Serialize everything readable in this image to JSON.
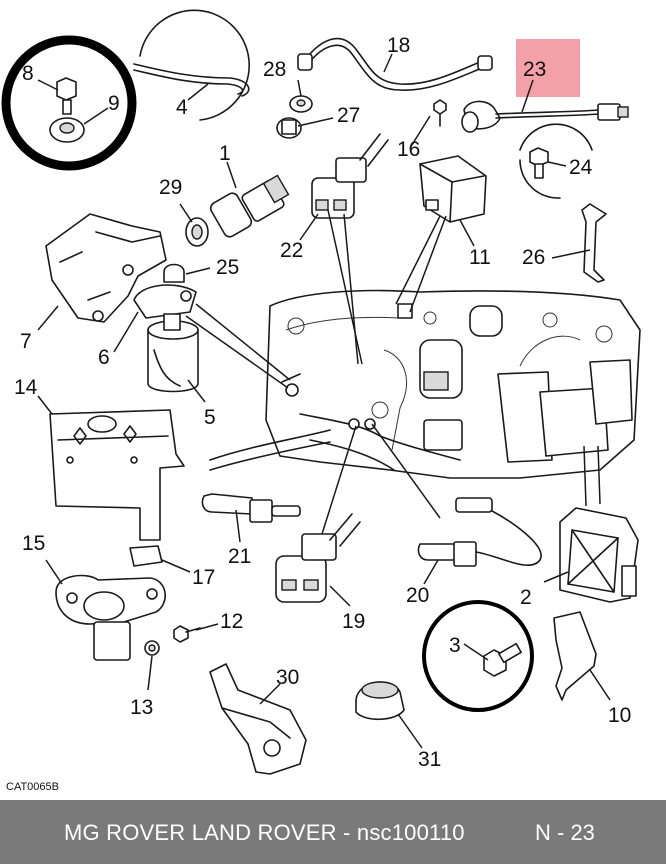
{
  "diagram": {
    "catalog_code": "CAT0065B",
    "highlight_color": "#f4a0a8",
    "callouts": {
      "c1": "1",
      "c2": "2",
      "c3": "3",
      "c4": "4",
      "c5": "5",
      "c6": "6",
      "c7": "7",
      "c8": "8",
      "c9": "9",
      "c10": "10",
      "c11": "11",
      "c12": "12",
      "c13": "13",
      "c14": "14",
      "c15": "15",
      "c16": "16",
      "c17": "17",
      "c18": "18",
      "c19": "19",
      "c20": "20",
      "c21": "21",
      "c22": "22",
      "c23": "23",
      "c24": "24",
      "c25": "25",
      "c26": "26",
      "c27": "27",
      "c28": "28",
      "c29": "29",
      "c30": "30",
      "c31": "31"
    }
  },
  "footer": {
    "title": "MG ROVER LAND ROVER - nsc100110",
    "page": "N - 23",
    "background": "#7a7a7a"
  }
}
